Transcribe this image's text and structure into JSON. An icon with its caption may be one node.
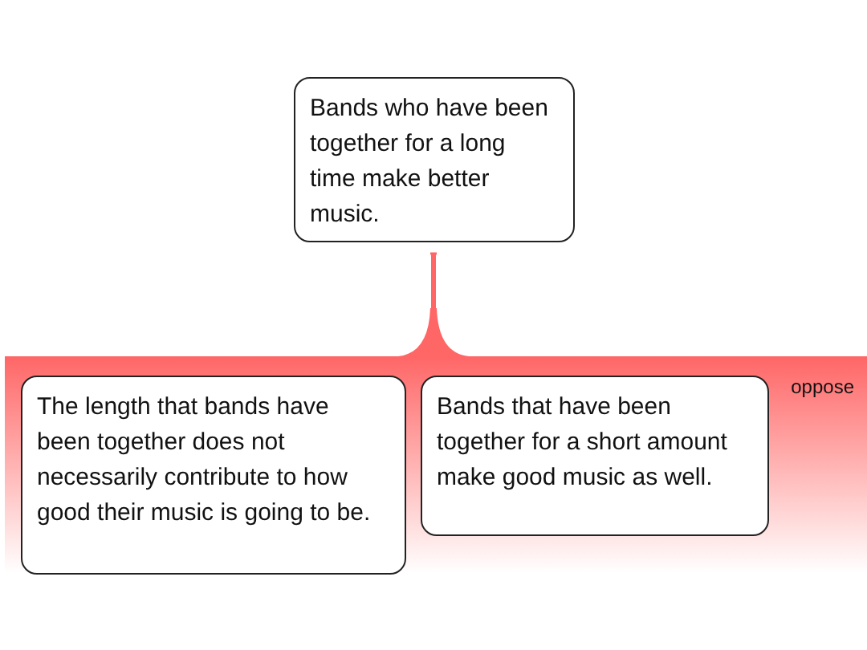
{
  "diagram": {
    "nodes": [
      {
        "text": [
          "Bands who have been together for a long time make better music."
        ]
      },
      {
        "text": [
          "oppose"
        ]
      },
      {
        "text": [
          "The length that bands have been together does not necessarily contribute to how good their music is going to be."
        ],
        "in": 1
      },
      {
        "text": [
          "Bands that have been together for a short amount make good music as well."
        ],
        "in": 1
      }
    ],
    "edges": [
      {
        "from": 1,
        "to": 0,
        "arrow": "other",
        "color": "#ff6666"
      }
    ]
  }
}
